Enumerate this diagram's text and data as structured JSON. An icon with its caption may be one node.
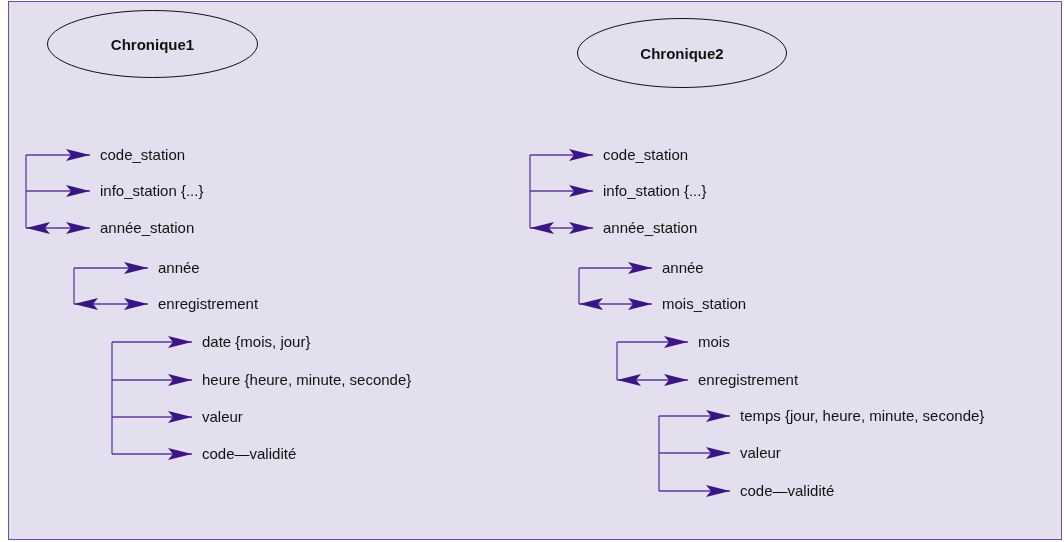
{
  "diagram": {
    "nodes": [
      {
        "text": [
          "Chronique1"
        ]
      },
      {
        "text": [
          "code_station"
        ]
      },
      {
        "text": [
          "info_station {...}"
        ]
      },
      {
        "text": [
          "année_station"
        ]
      },
      {
        "text": [
          "année"
        ]
      },
      {
        "text": [
          "enregistrement"
        ]
      },
      {
        "text": [
          "date {mois, jour}"
        ]
      },
      {
        "text": [
          "heure {heure, minute, seconde}"
        ]
      },
      {
        "text": [
          "valeur"
        ]
      },
      {
        "text": [
          "code—validité"
        ]
      },
      {
        "text": [
          "Chronique2"
        ]
      },
      {
        "text": [
          "code_station"
        ]
      },
      {
        "text": [
          "info_station {...}"
        ]
      },
      {
        "text": [
          "année_station"
        ]
      },
      {
        "text": [
          "année"
        ]
      },
      {
        "text": [
          "mois_station"
        ]
      },
      {
        "text": [
          "mois"
        ]
      },
      {
        "text": [
          "enregistrement"
        ]
      },
      {
        "text": [
          "temps {jour, heure, minute, seconde}"
        ]
      },
      {
        "text": [
          "valeur"
        ]
      },
      {
        "text": [
          "code—validité"
        ]
      }
    ],
    "edges": [
      {
        "from": null,
        "to": 1,
        "arrow": "to"
      },
      {
        "from": null,
        "to": 2,
        "arrow": "to"
      },
      {
        "from": null,
        "to": 3,
        "arrow": "both"
      },
      {
        "from": null,
        "to": 4,
        "arrow": "to"
      },
      {
        "from": null,
        "to": 5,
        "arrow": "both"
      },
      {
        "from": null,
        "to": 6,
        "arrow": "to"
      },
      {
        "from": null,
        "to": 7,
        "arrow": "to"
      },
      {
        "from": null,
        "to": 8,
        "arrow": "to"
      },
      {
        "from": null,
        "to": 9,
        "arrow": "to"
      },
      {
        "from": null,
        "to": 11,
        "arrow": "to"
      },
      {
        "from": null,
        "to": 12,
        "arrow": "to"
      },
      {
        "from": null,
        "to": 13,
        "arrow": "both"
      },
      {
        "from": null,
        "to": 14,
        "arrow": "to"
      },
      {
        "from": null,
        "to": 15,
        "arrow": "both"
      },
      {
        "from": null,
        "to": 16,
        "arrow": "to"
      },
      {
        "from": null,
        "to": 17,
        "arrow": "both"
      },
      {
        "from": null,
        "to": 18,
        "arrow": "to"
      },
      {
        "from": null,
        "to": 19,
        "arrow": "to"
      },
      {
        "from": null,
        "to": 20,
        "arrow": "to"
      }
    ]
  }
}
